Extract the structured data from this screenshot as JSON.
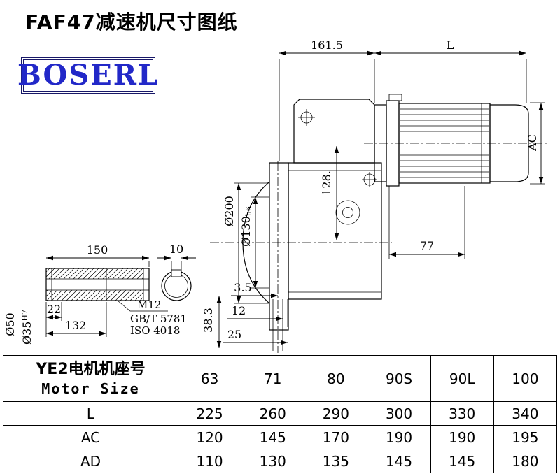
{
  "page": {
    "title": "FAF47减速机尺寸图纸",
    "logo_text": "BOSERL"
  },
  "colors": {
    "logo_text": "#2228c8",
    "logo_border": "#181868",
    "line": "#000000"
  },
  "drawing": {
    "dims": {
      "d161": "161.5",
      "L": "L",
      "AC": "AC",
      "d200": "Ø200",
      "d130_base": "Ø130",
      "d130_suffix": "h6",
      "d128": "128.",
      "d77": "77",
      "d35": "3.5",
      "d12": "12",
      "d25": "25",
      "d383": "38.3",
      "d150": "150",
      "d10": "10",
      "d22": "22",
      "d132": "132",
      "d50": "Ø50",
      "d35h7_base": "Ø35",
      "d35h7_sup": "H7",
      "m12": "M12",
      "gbt": "GB/T 5781",
      "iso": "ISO 4018"
    }
  },
  "table": {
    "header": {
      "cn": "YE2电机机座号",
      "en": "Motor Size"
    },
    "columns": [
      "63",
      "71",
      "80",
      "90S",
      "90L",
      "100"
    ],
    "rows": [
      {
        "label": "L",
        "values": [
          "225",
          "260",
          "290",
          "300",
          "330",
          "340"
        ]
      },
      {
        "label": "AC",
        "values": [
          "120",
          "145",
          "170",
          "190",
          "190",
          "195"
        ]
      },
      {
        "label": "AD",
        "values": [
          "110",
          "130",
          "135",
          "145",
          "145",
          "180"
        ]
      }
    ]
  }
}
